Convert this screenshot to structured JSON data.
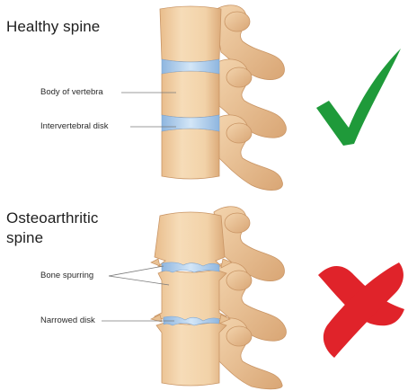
{
  "healthy": {
    "title": "Healthy spine",
    "labels": [
      "Body of vertebra",
      "Intervertebral disk"
    ]
  },
  "arthritic": {
    "title_line1": "Osteoarthritic",
    "title_line2": "spine",
    "labels": [
      "Bone spurring",
      "Narrowed disk"
    ]
  },
  "indicators": {
    "healthy": "check-mark-icon",
    "arthritic": "cross-mark-icon"
  },
  "colors": {
    "bone": "#f0cfa4",
    "bone_shadow": "#d9a978",
    "disk": "#a9c9ea",
    "check": "#1f9a3a",
    "cross": "#e0232a",
    "leader": "#7a7a7a"
  }
}
